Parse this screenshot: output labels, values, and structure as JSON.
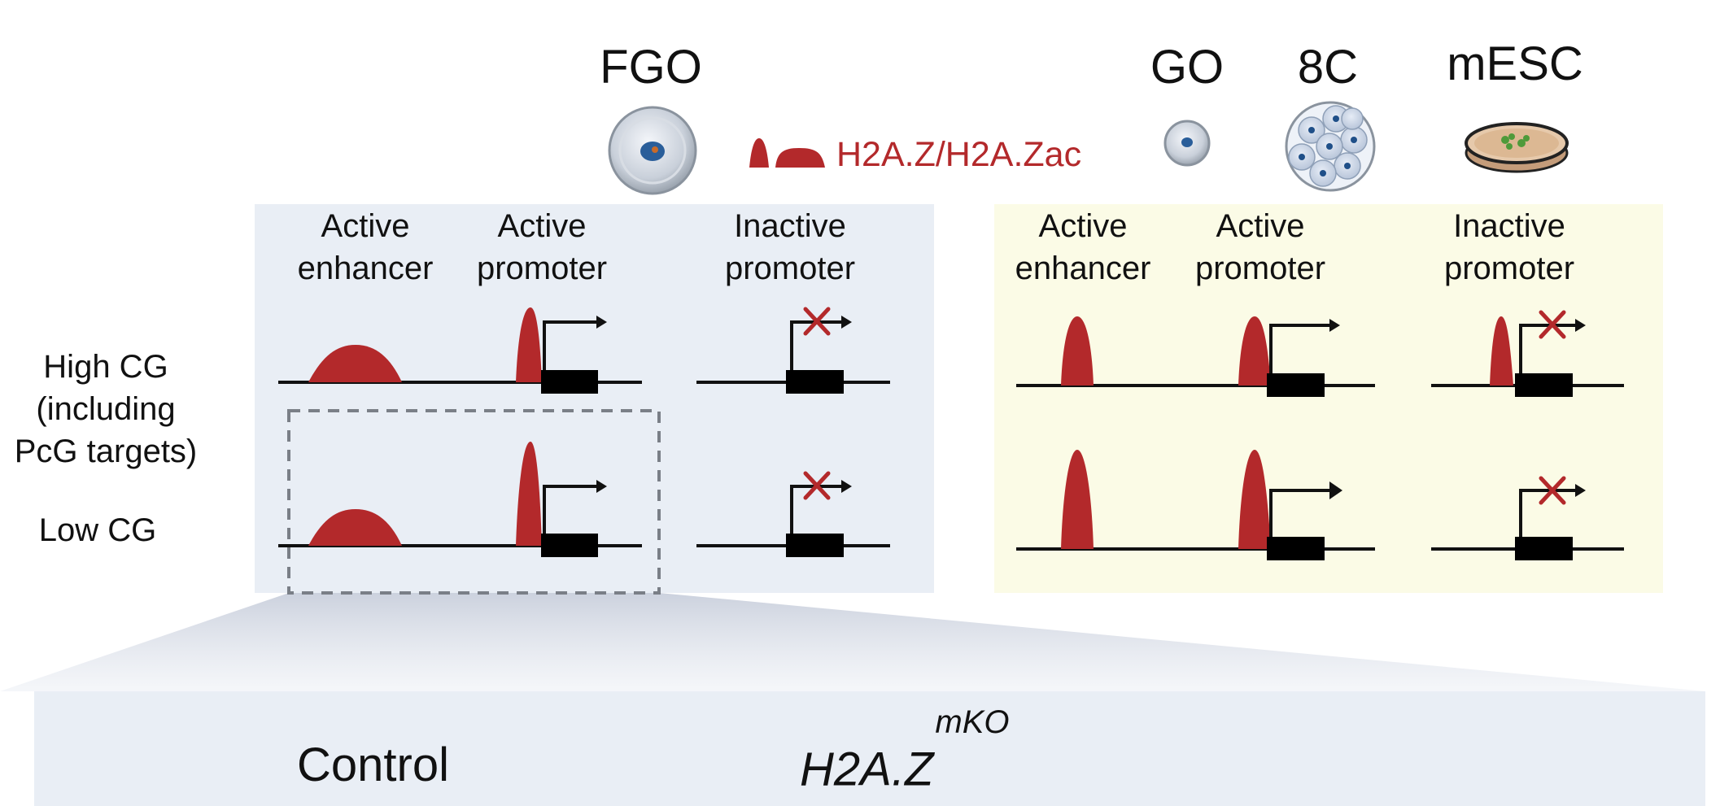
{
  "header": {
    "fgo_label": "FGO",
    "go_label": "GO",
    "eight_c_label": "8C",
    "mesc_label": "mESC"
  },
  "legend": {
    "h2az_label": "H2A.Z/H2A.Zac",
    "color": "#b3292b"
  },
  "left_panel": {
    "background": "#e9eef5",
    "columns": {
      "active_enhancer": [
        "Active",
        "enhancer"
      ],
      "active_promoter": [
        "Active",
        "promoter"
      ],
      "inactive_promoter": [
        "Inactive",
        "promoter"
      ]
    }
  },
  "right_panel": {
    "background": "#fbfbe6",
    "columns": {
      "active_enhancer": [
        "Active",
        "enhancer"
      ],
      "active_promoter": [
        "Active",
        "promoter"
      ],
      "inactive_promoter": [
        "Inactive",
        "promoter"
      ]
    }
  },
  "rows": {
    "high_cg": [
      "High CG",
      "(including",
      "PcG targets)"
    ],
    "low_cg": "Low CG"
  },
  "bottom": {
    "control_label": "Control",
    "ko_label": "H2A.Z",
    "ko_superscript": "mKO"
  }
}
